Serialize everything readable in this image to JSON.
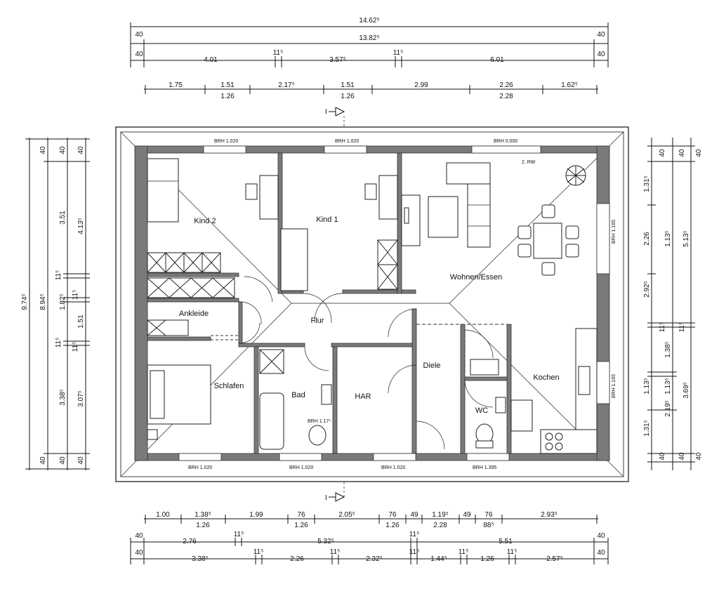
{
  "top_dims": {
    "row1": [
      "14.62⁵"
    ],
    "row2": [
      "40",
      "13.82⁵",
      "40"
    ],
    "row3": [
      "40",
      "4.01",
      "11⁵",
      "3.57⁵",
      "11⁵",
      "6.01",
      "40"
    ],
    "row4_top": [
      "1.75",
      "1.51",
      "2.17⁵",
      "1.51",
      "2.99",
      "2.26",
      "1.62⁵"
    ],
    "row4_bottom": [
      "1.26",
      "1.26",
      "2.28"
    ]
  },
  "bottom_dims": {
    "row1_top": [
      "1.00",
      "1.38⁵",
      "1.99",
      "76",
      "2.05⁵",
      "76",
      "49",
      "1.19⁵",
      "49",
      "76",
      "2.93⁵"
    ],
    "row1_bottom": [
      "1.26",
      "1.26",
      "1.26",
      "2.28",
      "88⁵"
    ],
    "row2": [
      "40",
      "2.76",
      "11⁵",
      "5.32⁵",
      "11⁵",
      "5.51",
      "40"
    ],
    "row3": [
      "40",
      "3.38⁵",
      "11⁵",
      "2.26",
      "11⁵",
      "2.32⁵",
      "11⁵",
      "1.44⁵",
      "11⁵",
      "1.26",
      "11⁵",
      "2.57⁵",
      "40"
    ]
  },
  "left_dims": {
    "outer": [
      "9.74⁵"
    ],
    "col2": [
      "40",
      "8.94⁵",
      "40"
    ],
    "col3": [
      "40",
      "3.51",
      "11⁵",
      "1.82⁵",
      "11⁵",
      "3.38⁵",
      "40"
    ],
    "col4": [
      "40",
      "4.13⁵",
      "11⁵",
      "1.51",
      "11⁵",
      "3.07⁵",
      "40"
    ]
  },
  "right_dims": {
    "col1": [
      "40",
      "1.31⁵",
      "2.26",
      "2.92⁵",
      "11⁵",
      "1.13⁵",
      "1.31⁵",
      "40"
    ],
    "col2": [
      "40",
      "1.13⁵",
      "1.38⁵",
      "1.13⁵",
      "2.19⁵",
      "40"
    ],
    "col3": [
      "40",
      "5.13⁵",
      "11⁵",
      "3.69⁵",
      "40"
    ]
  },
  "rooms": {
    "kind2": "Kind 2",
    "kind1": "Kind 1",
    "wohnen": "Wohnen/Essen",
    "ankleide": "Ankleide",
    "flur": "Flur",
    "schlafen": "Schlafen",
    "bad": "Bad",
    "har": "HAR",
    "diele": "Diele",
    "wc": "WC",
    "kochen": "Kochen"
  },
  "window_labels": {
    "top1": "BRH 1.020",
    "top2": "BRH 1.020",
    "top3": "BRH 0.000",
    "rw": "2. RW",
    "right1": "BRH 1.165",
    "right2": "BRH 1.165",
    "bottom1": "BRH 1.020",
    "bottom2": "BRH 1.020",
    "bottom3": "BRH 1.020",
    "bottom4": "BRH 1.395",
    "bad": "BRH 1.17⁵"
  },
  "section_marks": {
    "top": "I",
    "bottom": "I"
  }
}
